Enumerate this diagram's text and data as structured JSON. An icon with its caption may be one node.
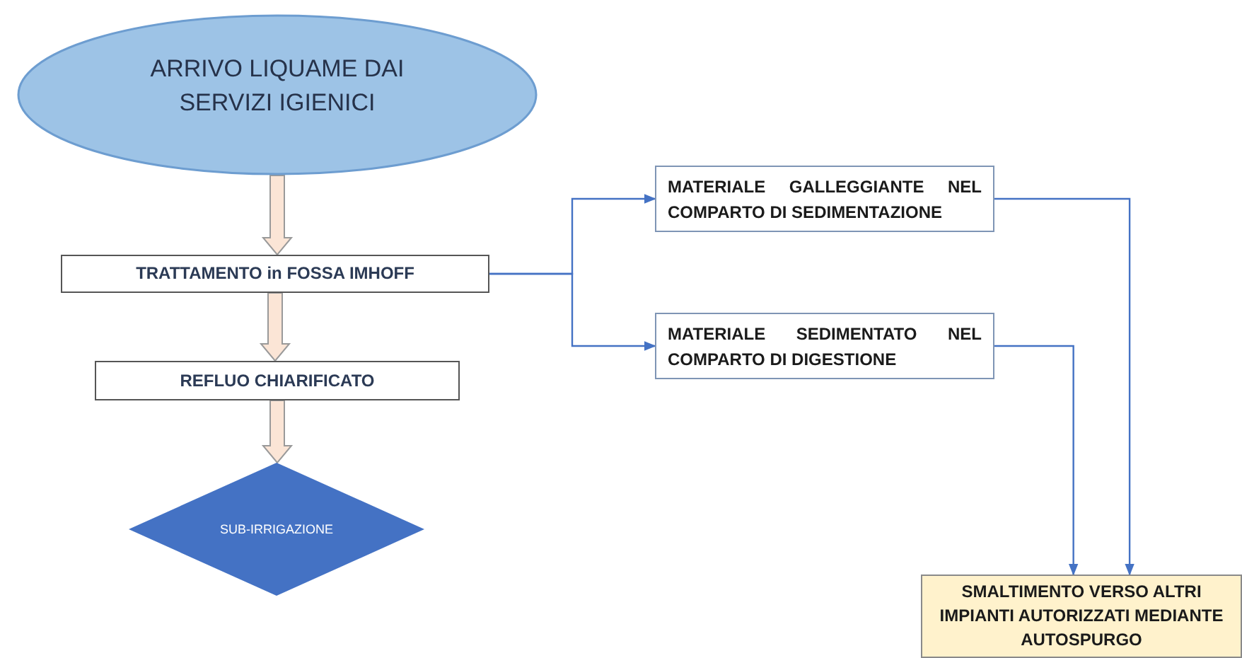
{
  "diagram": {
    "nodes": [
      {
        "text": [
          "ARRIVO LIQUAME DAI SERVIZI IGIENICI"
        ]
      },
      {
        "text": [
          "TRATTAMENTO in FOSSA IMHOFF"
        ]
      },
      {
        "text": [
          "REFLUO CHIARIFICATO"
        ]
      },
      {
        "text": [
          "SUB-IRRIGAZIONE"
        ]
      },
      {
        "text": [
          "MATERIALE GALLEGGIANTE NEL COMPARTO DI SEDIMENTAZIONE"
        ]
      },
      {
        "text": [
          "MATERIALE SEDIMENTATO NEL COMPARTO DI DIGESTIONE"
        ]
      },
      {
        "text": [
          "SMALTIMENTO VERSO ALTRI IMPIANTI AUTORIZZATI MEDIANTE AUTOSPURGO"
        ]
      }
    ],
    "edges": [
      {
        "from": 0,
        "to": 1,
        "arrow": "to",
        "style": "thick",
        "color": "#fbe5d6"
      },
      {
        "from": 1,
        "to": 2,
        "arrow": "to",
        "style": "thick",
        "color": "#fbe5d6"
      },
      {
        "from": 2,
        "to": 3,
        "arrow": "to",
        "style": "thick",
        "color": "#fbe5d6"
      },
      {
        "from": 1,
        "to": 4,
        "arrow": "to"
      },
      {
        "from": 1,
        "to": 5,
        "arrow": "to"
      },
      {
        "from": 4,
        "to": 6,
        "arrow": "to"
      },
      {
        "from": 5,
        "to": 6,
        "arrow": "to"
      }
    ]
  }
}
